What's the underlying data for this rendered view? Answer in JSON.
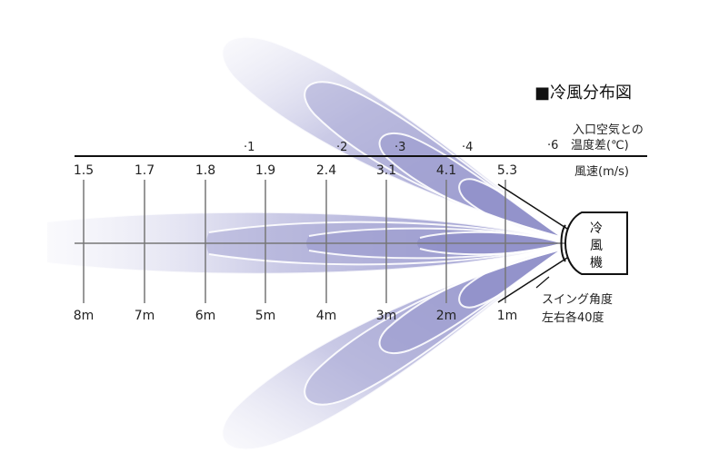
{
  "title": "■冷風分布図",
  "temp_diff_label_line1": "入口空気との",
  "temp_diff_label_line2": "温度差(℃)",
  "temp_diff_values": [
    "·6",
    "·1",
    "·2",
    "·3",
    "·4"
  ],
  "wind_speed_label": "風速(m/s)",
  "wind_speed_values": [
    "1.5",
    "1.7",
    "1.8",
    "1.9",
    "2.4",
    "3.1",
    "4.1",
    "5.3"
  ],
  "distance_labels": [
    "8m",
    "7m",
    "6m",
    "5m",
    "4m",
    "3m",
    "2m",
    "1m"
  ],
  "unit_label": [
    "冷",
    "風",
    "機"
  ],
  "swing_label_line1": "スイング角度",
  "swing_label_line2": "左右各40度",
  "colors": {
    "plume": "#9C9CCF",
    "plume_dark": "#7E7EC0",
    "line": "#111111",
    "grid": "#777777"
  }
}
